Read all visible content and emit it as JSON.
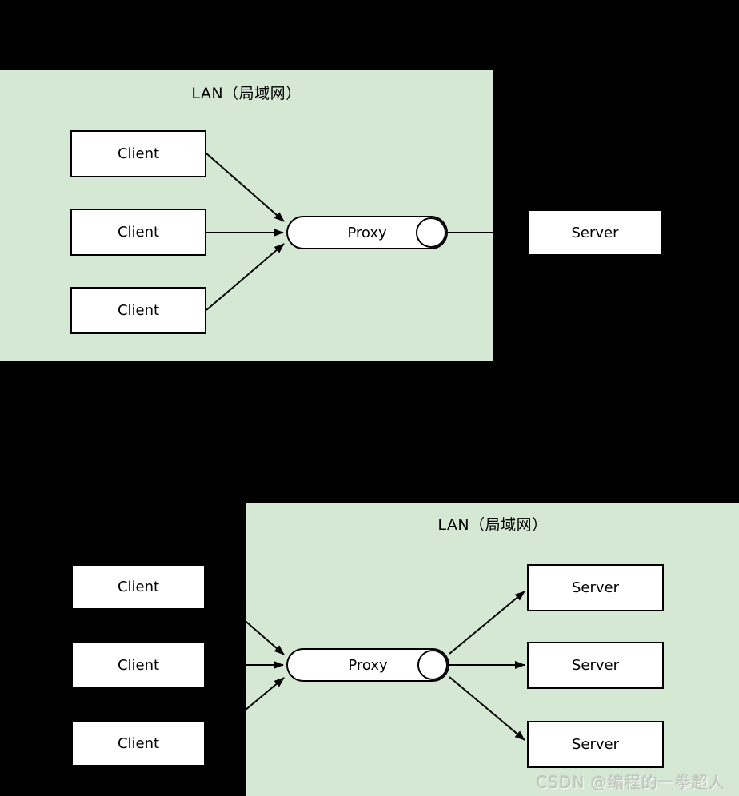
{
  "colors": {
    "background": "#000000",
    "lan_fill": "#d5e8d4",
    "node_fill": "#ffffff",
    "stroke": "#000000",
    "watermark_text": "#bfc5bb"
  },
  "forward_proxy_diagram": {
    "lan_title": "LAN（局域网）",
    "clients": [
      "Client",
      "Client",
      "Client"
    ],
    "proxy": "Proxy",
    "server": "Server"
  },
  "reverse_proxy_diagram": {
    "lan_title": "LAN（局域网）",
    "clients": [
      "Client",
      "Client",
      "Client"
    ],
    "proxy": "Proxy",
    "servers": [
      "Server",
      "Server",
      "Server"
    ]
  },
  "watermark": "CSDN @编程的一拳超人"
}
